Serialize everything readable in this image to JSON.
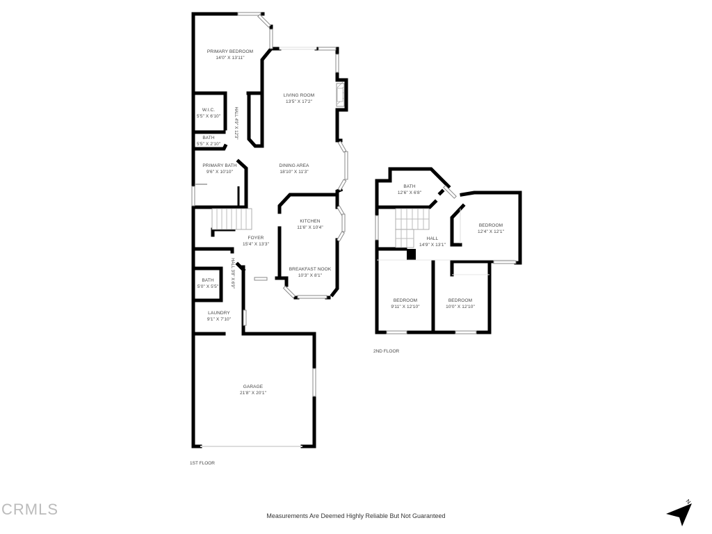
{
  "floors": [
    {
      "label": "1ST FLOOR",
      "rooms": [
        {
          "name": "PRIMARY BEDROOM",
          "dims": "14'0\" X 13'11\""
        },
        {
          "name": "LIVING ROOM",
          "dims": "13'5\" X 17'2\""
        },
        {
          "name": "W.I.C.",
          "dims": "5'5\" X 6'10\""
        },
        {
          "name": "HALL",
          "dims": "4'9\" X 12'3\""
        },
        {
          "name": "BATH",
          "dims": "5'5\" X 2'10\""
        },
        {
          "name": "PRIMARY BATH",
          "dims": "9'6\" X 10'10\""
        },
        {
          "name": "DINING AREA",
          "dims": "18'10\" X 11'3\""
        },
        {
          "name": "KITCHEN",
          "dims": "11'6\" X 10'4\""
        },
        {
          "name": "FOYER",
          "dims": "15'4\" X 13'3\""
        },
        {
          "name": "BREAKFAST NOOK",
          "dims": "10'3\" X 8'1\""
        },
        {
          "name": "HALL",
          "dims": "3'8\" X 6'9\""
        },
        {
          "name": "BATH",
          "dims": "5'0\" X 5'5\""
        },
        {
          "name": "LAUNDRY",
          "dims": "9'1\" X 7'10\""
        },
        {
          "name": "GARAGE",
          "dims": "21'8\" X 20'1\""
        }
      ]
    },
    {
      "label": "2ND FLOOR",
      "rooms": [
        {
          "name": "BATH",
          "dims": "12'6\" X 6'8\""
        },
        {
          "name": "BEDROOM",
          "dims": "12'4\" X 12'1\""
        },
        {
          "name": "HALL",
          "dims": "14'9\" X 13'1\""
        },
        {
          "name": "BEDROOM",
          "dims": "9'11\" X 12'10\""
        },
        {
          "name": "BEDROOM",
          "dims": "10'0\" X 12'10\""
        }
      ]
    }
  ],
  "footer": {
    "disclaimer": "Measurements Are Deemed Highly Reliable But Not Guaranteed",
    "watermark": "CRMLS",
    "compass": {
      "icon": "north-arrow-icon",
      "letter": "N"
    }
  }
}
